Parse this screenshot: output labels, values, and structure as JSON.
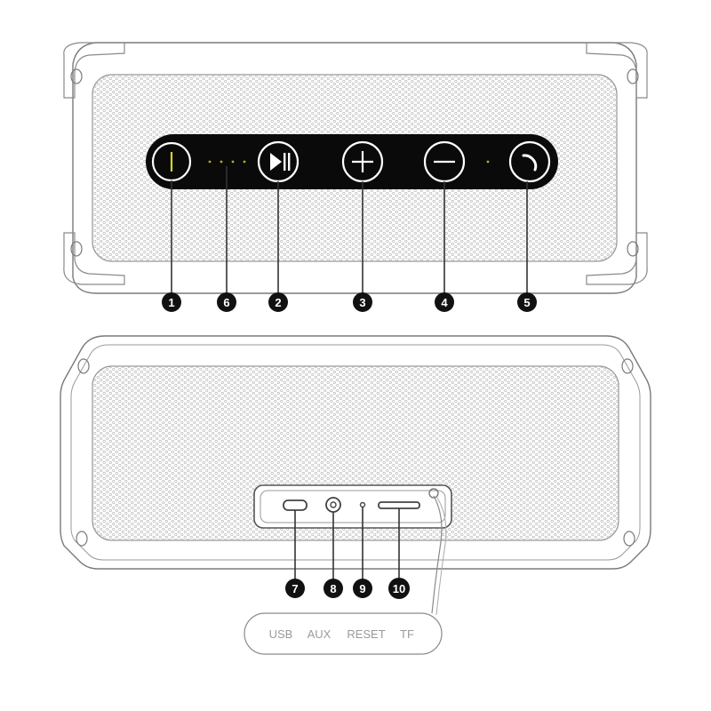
{
  "colors": {
    "outline": "#7a7a7a",
    "grille_dot": "#c9c9c9",
    "panel": "#0a0a0a",
    "button_ring": "#ffffff",
    "power_accent": "#d8d22a",
    "led_dot": "#b5b020",
    "callout_fill": "#111111",
    "label_text": "#9a9a9a"
  },
  "top_panel": {
    "buttons": [
      {
        "id": "power",
        "icon": "power-icon",
        "callout": "1"
      },
      {
        "id": "play_pause",
        "icon": "play-pause-icon",
        "callout": "2"
      },
      {
        "id": "volume_up",
        "icon": "plus-icon",
        "callout": "3"
      },
      {
        "id": "volume_down",
        "icon": "minus-icon",
        "callout": "4"
      },
      {
        "id": "call",
        "icon": "phone-icon",
        "callout": "5"
      }
    ],
    "indicator": {
      "icon": "led-indicator-dots",
      "callout": "6"
    }
  },
  "bottom_panel": {
    "ports": [
      {
        "id": "usb",
        "icon": "usb-port-icon",
        "callout": "7"
      },
      {
        "id": "aux",
        "icon": "aux-jack-icon",
        "callout": "8"
      },
      {
        "id": "reset",
        "icon": "reset-hole-icon",
        "callout": "9"
      },
      {
        "id": "tf",
        "icon": "tf-slot-icon",
        "callout": "10"
      }
    ],
    "labels": [
      "USB",
      "AUX",
      "RESET",
      "TF"
    ]
  }
}
